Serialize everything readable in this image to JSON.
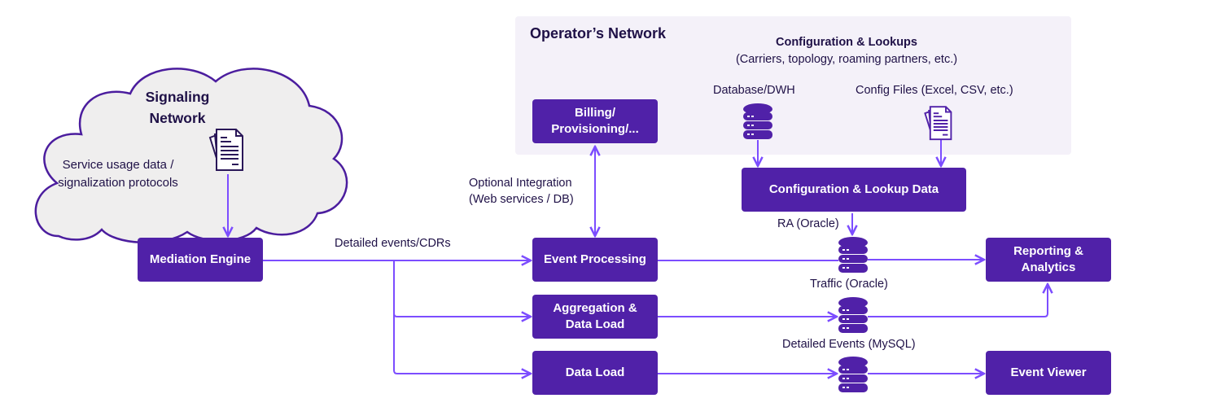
{
  "colors": {
    "node_fill": "#5021a8",
    "node_text": "#ffffff",
    "wire": "#7c4dff",
    "zone_fill": "#f4f1f9",
    "cloud_fill": "#efeeee",
    "cloud_stroke": "#4b1d9e",
    "text": "#1f1147"
  },
  "cloud": {
    "title_line1": "Signaling",
    "title_line2": "Network",
    "desc_line1": "Service usage data /",
    "desc_line2": "signalization protocols",
    "icon": "documents-icon"
  },
  "operator_zone": {
    "title": "Operator’s Network",
    "config_title": "Configuration & Lookups",
    "config_subtitle": "(Carriers, topology, roaming partners, etc.)",
    "db_label": "Database/DWH",
    "files_label": "Config Files (Excel, CSV, etc.)"
  },
  "nodes": {
    "mediation": "Mediation Engine",
    "billing_line1": "Billing/",
    "billing_line2": "Provisioning/...",
    "event_processing": "Event Processing",
    "aggregation_line1": "Aggregation &",
    "aggregation_line2": "Data Load",
    "data_load": "Data Load",
    "config_lookup": "Configuration & Lookup Data",
    "reporting_line1": "Reporting &",
    "reporting_line2": "Analytics",
    "event_viewer": "Event Viewer"
  },
  "edge_labels": {
    "detailed_events": "Detailed events/CDRs",
    "optional_line1": "Optional Integration",
    "optional_line2": "(Web services / DB)",
    "ra_oracle": "RA (Oracle)",
    "traffic_oracle": "Traffic (Oracle)",
    "detailed_mysql": "Detailed Events (MySQL)"
  }
}
